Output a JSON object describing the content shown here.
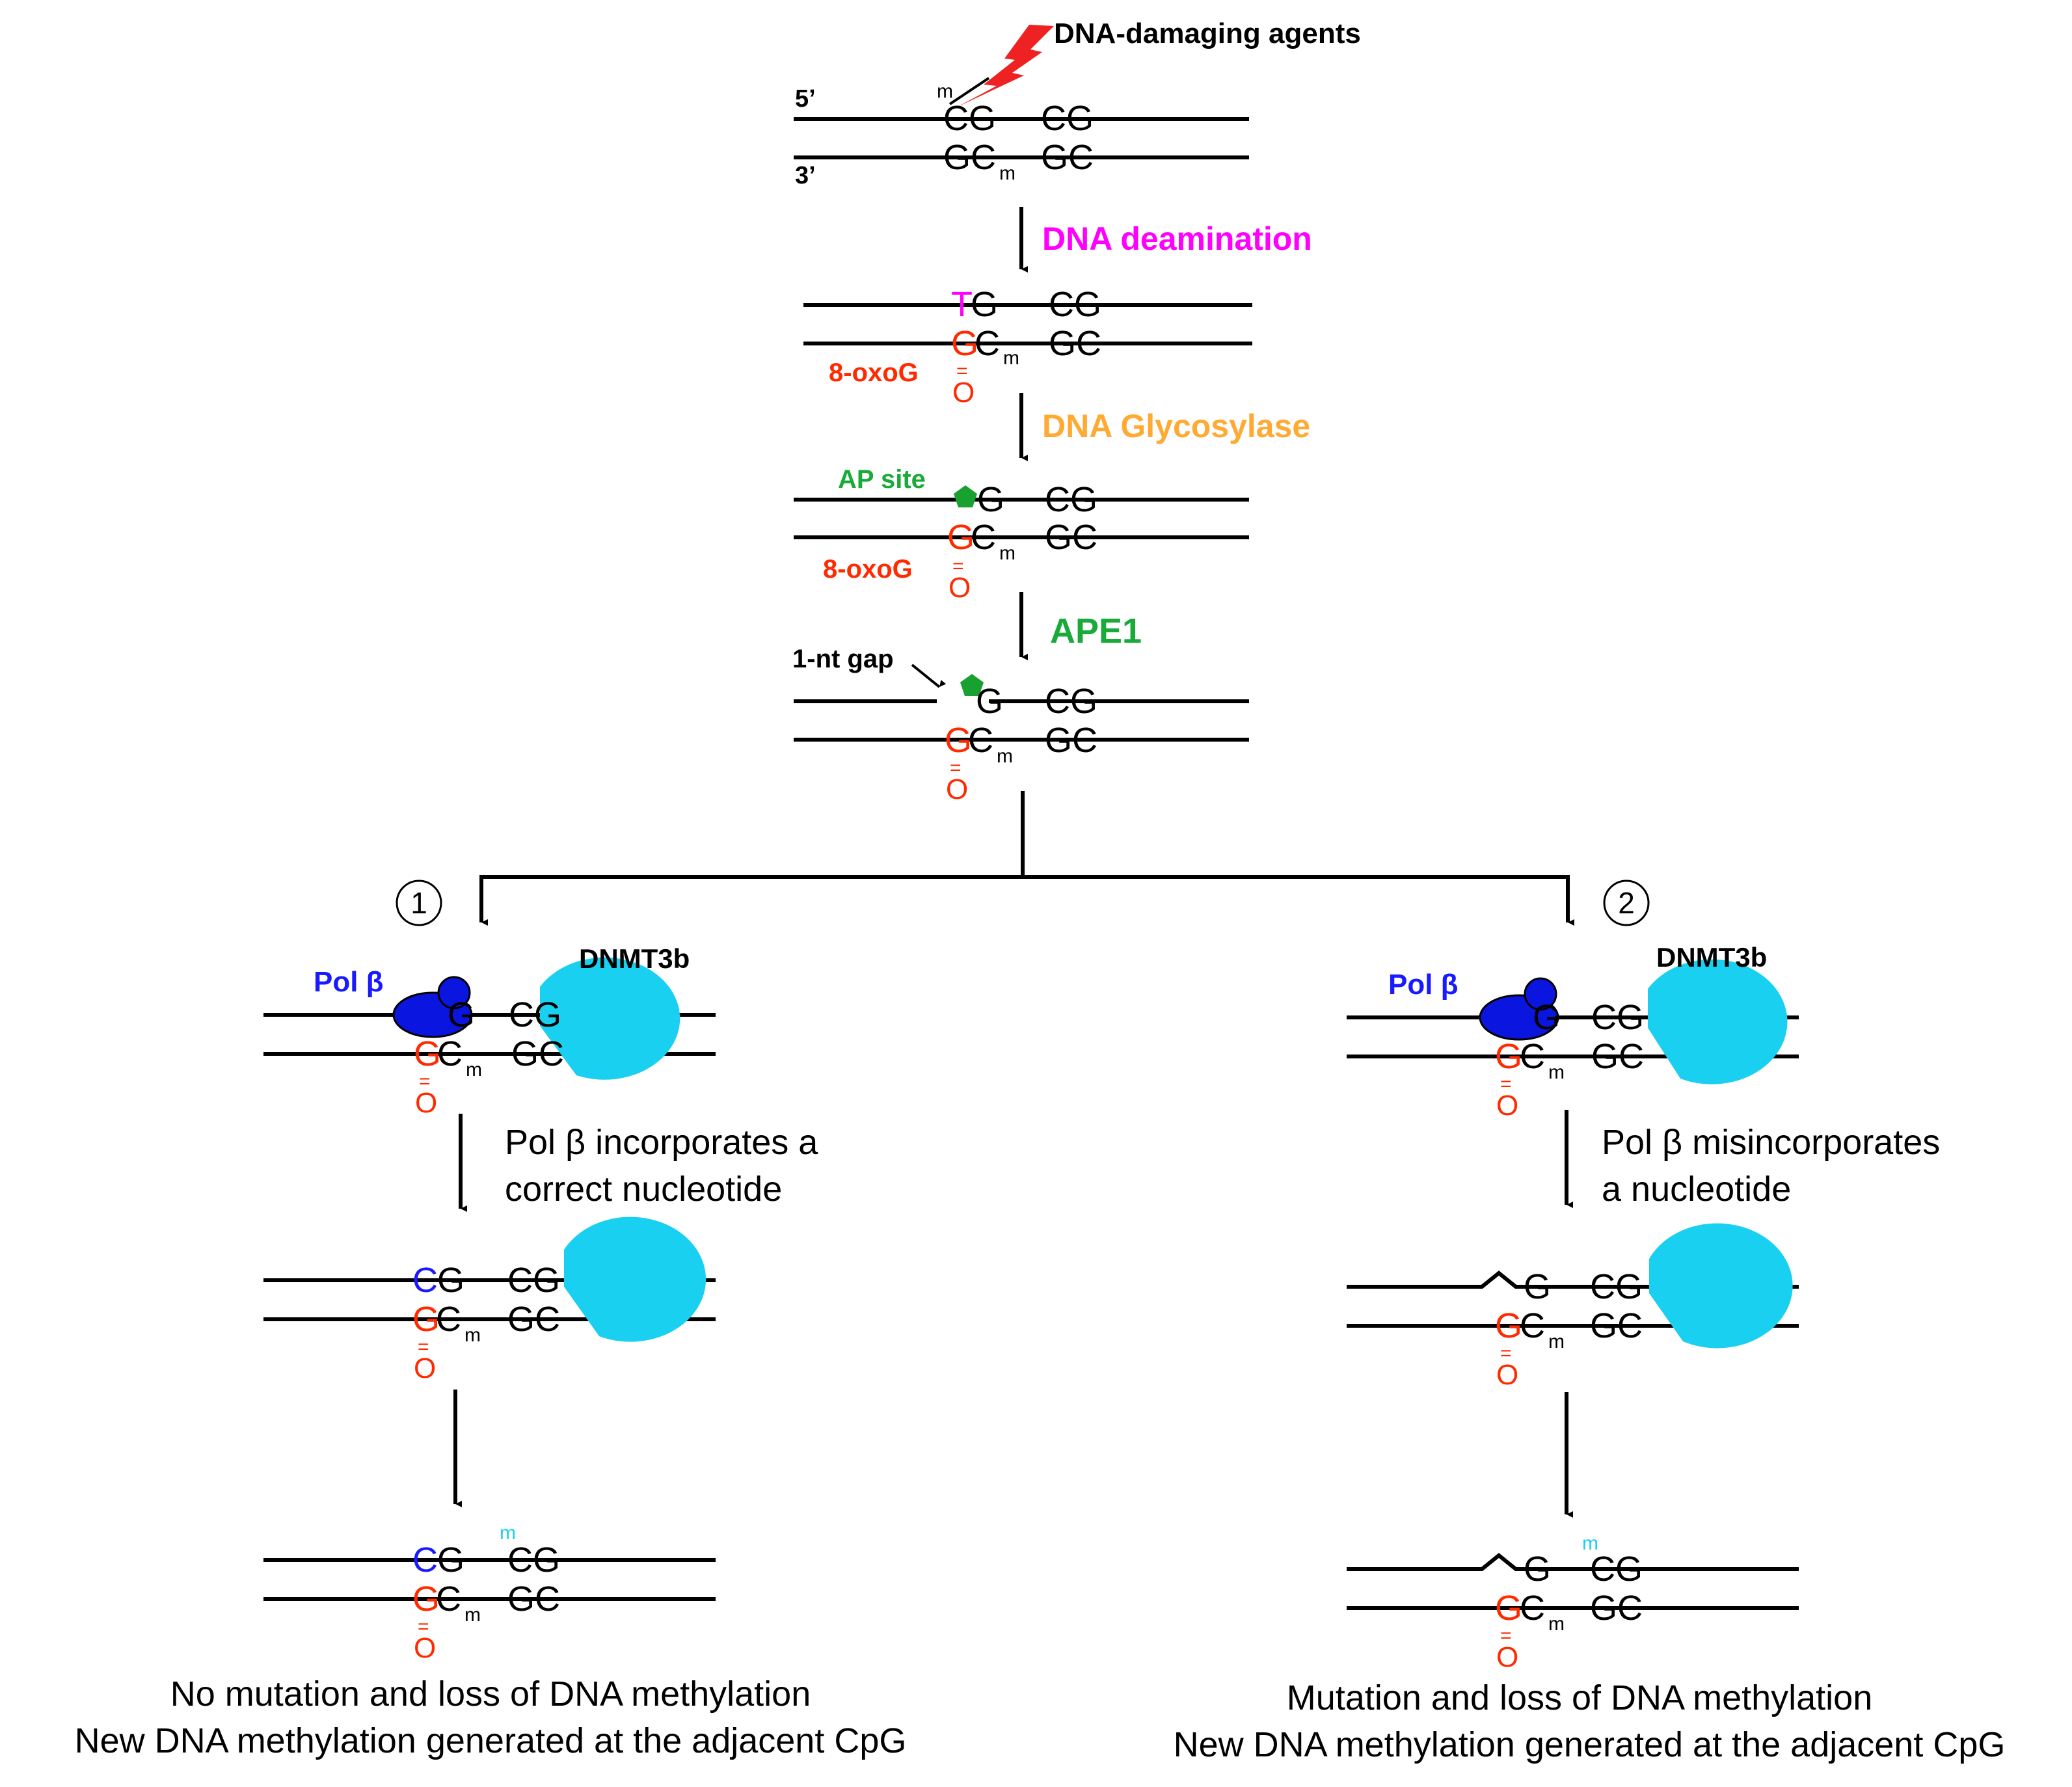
{
  "labels": {
    "damage": "DNA-damaging agents",
    "five_prime": "5’",
    "three_prime": "3’",
    "m": "m",
    "deamination": "DNA deamination",
    "glycosylase": "DNA Glycosylase",
    "ape1": "APE1",
    "oxog": "8-oxoG",
    "ap_site": "AP site",
    "gap": "1-nt gap",
    "pol": "Pol β",
    "dnmt": "DNMT3b",
    "branch1": "1",
    "branch2": "2",
    "step1_line1": "Pol β incorporates a",
    "step1_line2": "correct nucleotide",
    "step2_line1": "Pol β misincorporates",
    "step2_line2": "a nucleotide",
    "result1_line1": "No mutation and loss of DNA methylation",
    "result1_line2": "New DNA methylation  generated at the adjacent  CpG",
    "result2_line1": "Mutation  and loss of DNA methylation",
    "result2_line2": "New DNA methylation  generated at the adjacent  CpG"
  },
  "bases": {
    "C": "C",
    "G": "G",
    "T": "T",
    "O": "O",
    "CG": "CG",
    "GC": "GC",
    "dbl": "="
  },
  "colors": {
    "black": "#000000",
    "magenta": "#ff00ff",
    "orange": "#ffaa33",
    "green": "#1aaa3a",
    "red": "#ff2a00",
    "blue": "#1a1aff",
    "dark_blue": "#0a16e0",
    "cyan": "#1ad0f0",
    "pentagon": "#18a030",
    "bolt": "#ee2222"
  }
}
